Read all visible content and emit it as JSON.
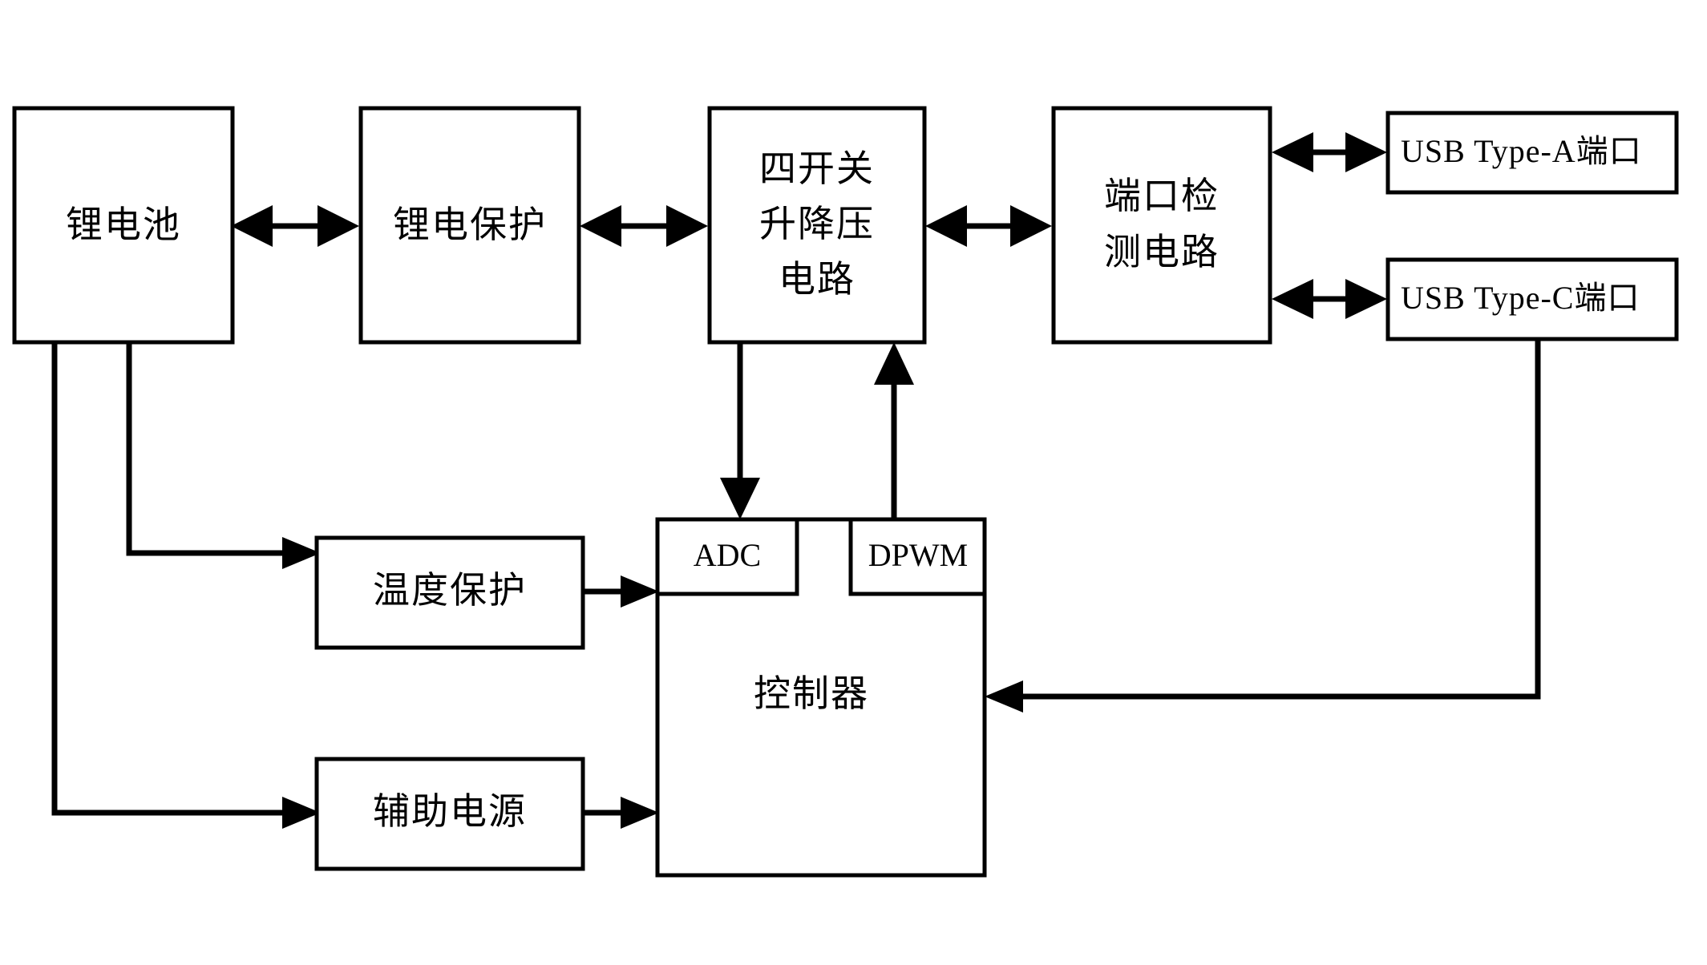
{
  "diagram": {
    "title": "Lithium battery power management block diagram",
    "stroke_color": "#000000",
    "background_color": "#ffffff",
    "blocks": {
      "battery": {
        "label": "锂电池"
      },
      "battery_protection": {
        "label": "锂电保护"
      },
      "buck_boost": {
        "line1": "四开关",
        "line2": "升降压",
        "line3": "电路"
      },
      "port_detect": {
        "line1": "端口检",
        "line2": "测电路"
      },
      "usb_a": {
        "label": "USB Type-A端口"
      },
      "usb_c": {
        "label": "USB Type-C端口"
      },
      "temp_protection": {
        "label": "温度保护"
      },
      "aux_power": {
        "label": "辅助电源"
      },
      "controller": {
        "label": "控制器"
      },
      "adc": {
        "label": "ADC"
      },
      "dpwm": {
        "label": "DPWM"
      }
    },
    "connections": [
      {
        "name": "battery-to-protection",
        "type": "bidirectional"
      },
      {
        "name": "protection-to-buckboost",
        "type": "bidirectional"
      },
      {
        "name": "buckboost-to-portdetect",
        "type": "bidirectional"
      },
      {
        "name": "portdetect-to-usb-a",
        "type": "bidirectional"
      },
      {
        "name": "portdetect-to-usb-c",
        "type": "bidirectional"
      },
      {
        "name": "buckboost-to-adc",
        "type": "unidirectional"
      },
      {
        "name": "dpwm-to-buckboost",
        "type": "unidirectional"
      },
      {
        "name": "battery-to-temp-protection",
        "type": "unidirectional"
      },
      {
        "name": "temp-protection-to-adc",
        "type": "unidirectional"
      },
      {
        "name": "battery-to-aux-power",
        "type": "unidirectional"
      },
      {
        "name": "aux-power-to-controller",
        "type": "unidirectional"
      },
      {
        "name": "usb-c-to-controller",
        "type": "unidirectional"
      }
    ]
  }
}
